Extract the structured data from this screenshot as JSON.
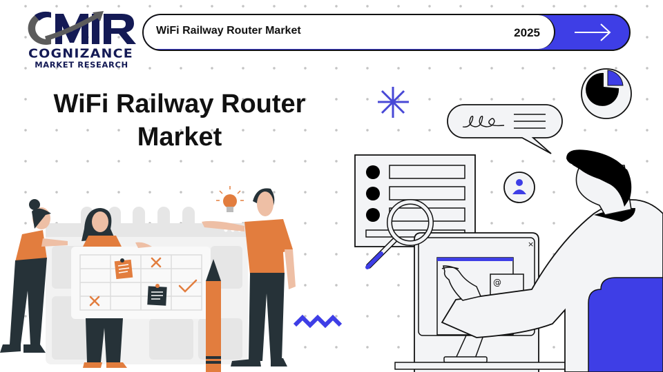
{
  "brand": {
    "logo_mark": "CMIR",
    "line1": "COGNIZANCE",
    "line2": "MARKET RESEARCH",
    "colors": {
      "navy": "#141a55",
      "grey": "#5c5c5c"
    }
  },
  "header": {
    "title": "WiFi Railway Router Market",
    "year": "2025",
    "action_icon": "arrow-right-icon",
    "accent_color": "#3e3ee6"
  },
  "hero": {
    "title_line1": "WiFi Railway Router",
    "title_line2": "Market"
  },
  "illustration_left": {
    "description": "Team of three people planning around a calendar board",
    "palette": {
      "orange": "#e27d3e",
      "dark": "#263238",
      "skin": "#eebfa5",
      "board": "#e6e6e6"
    },
    "icons": [
      "lightbulb-icon",
      "calendar-board",
      "sticky-note-icon",
      "x-mark-icon",
      "checkmark-icon",
      "pencil-icon",
      "zigzag-icon"
    ]
  },
  "illustration_right": {
    "description": "Man at a computer monitor browsing a list with search",
    "monitor_close_glyph": "×",
    "email_glyph": "@",
    "icons": [
      "asterisk-icon",
      "speech-bubble-icon",
      "pie-chart-icon",
      "user-icon",
      "list-card",
      "magnifier-icon",
      "monitor-icon"
    ],
    "palette": {
      "blue": "#3e3ee6",
      "light": "#f3f4f6",
      "black": "#111111"
    }
  }
}
